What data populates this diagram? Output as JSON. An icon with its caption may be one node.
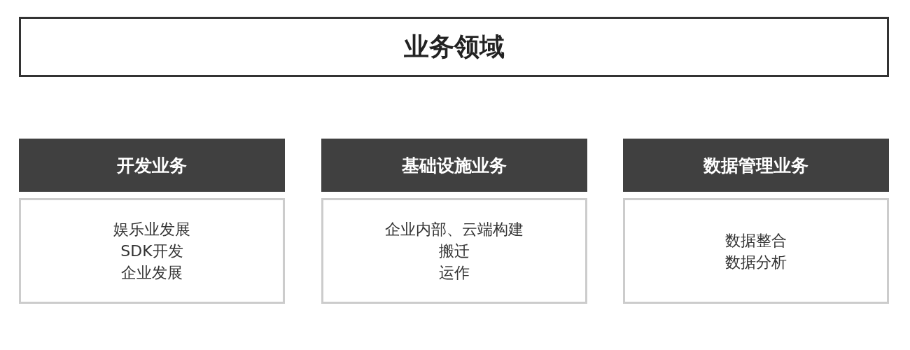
{
  "diagram": {
    "nodes": [
      {
        "text": [
          "业务领域"
        ]
      },
      {
        "text": [
          "开发业务"
        ]
      },
      {
        "text": [
          "娱乐业发展",
          "SDK开发",
          "企业发展"
        ]
      },
      {
        "text": [
          "基础设施业务"
        ]
      },
      {
        "text": [
          "企业内部、云端构建",
          "搬迁",
          "运作"
        ]
      },
      {
        "text": [
          "数据管理业务"
        ]
      },
      {
        "text": [
          "数据整合",
          "数据分析"
        ]
      }
    ]
  }
}
